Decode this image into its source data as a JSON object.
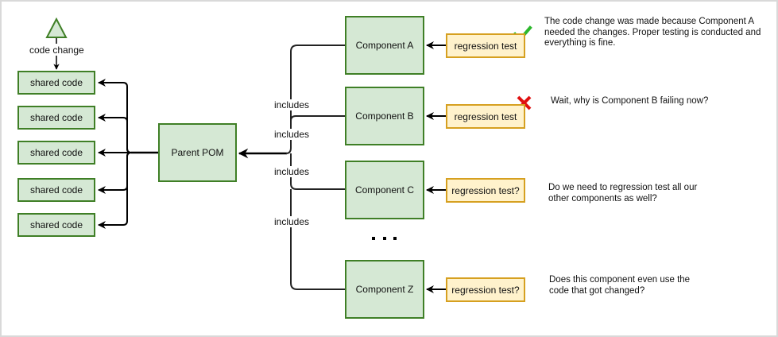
{
  "diagram": {
    "trigger": {
      "shape": "triangle-icon",
      "label": "code change"
    },
    "shared_code": [
      "shared code",
      "shared code",
      "shared code",
      "shared code",
      "shared code"
    ],
    "parent": {
      "label": "Parent POM"
    },
    "edge_label": "includes",
    "include_labels": [
      "includes",
      "includes",
      "includes",
      "includes"
    ],
    "components": [
      {
        "name": "Component A",
        "test": "regression test",
        "status": "pass",
        "note": "The code change was made because Component A needed the changes. Proper testing is conducted and everything is fine."
      },
      {
        "name": "Component B",
        "test": "regression test",
        "status": "fail",
        "note": "Wait, why is Component B failing now?"
      },
      {
        "name": "Component C",
        "test": "regression test?",
        "status": "unknown",
        "note": "Do we need to regression test all our other components as well?"
      },
      {
        "name": "Component Z",
        "test": "regression test?",
        "status": "unknown",
        "note": "Does this component even use the code that got changed?"
      }
    ],
    "ellipsis": "...",
    "colors": {
      "component_fill": "#d5e8d4",
      "component_stroke": "#3f7f26",
      "test_fill": "#fff2cc",
      "test_stroke": "#d6a020",
      "pass": "#2db82d",
      "fail": "#e01010"
    }
  }
}
